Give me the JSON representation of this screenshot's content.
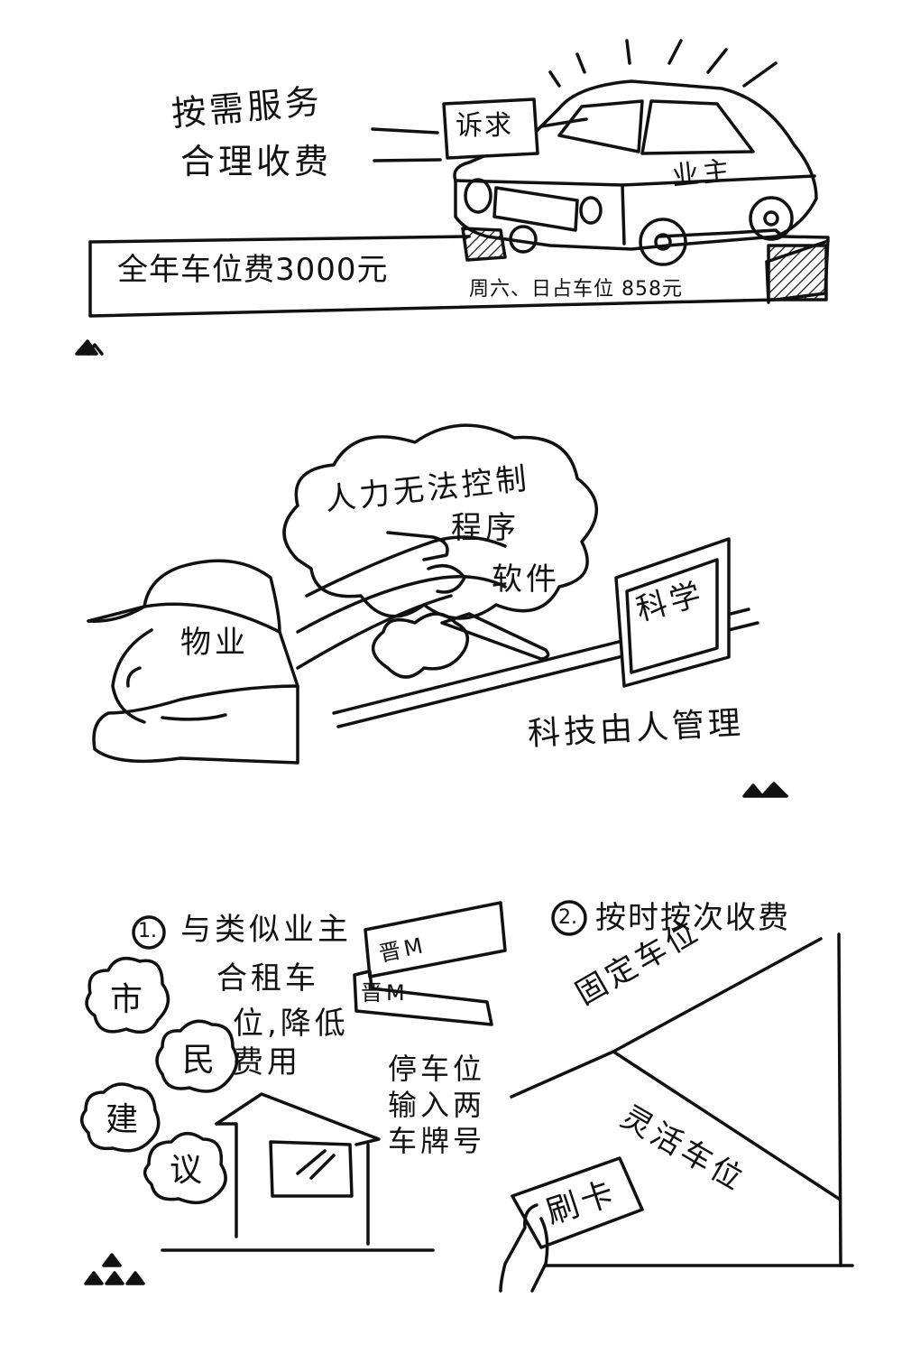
{
  "panel1": {
    "slogan_line1": "按需服务",
    "slogan_line2": "合理收费",
    "sign": "诉求",
    "car_label": "业主",
    "annual_fee": "全年车位费3000元",
    "weekend_fee": "周六、日占车位 858元"
  },
  "panel2": {
    "bubble_line1": "人力无法控制",
    "bubble_line2": "程序",
    "bubble_line3": "软件",
    "hat_label": "物业",
    "board_text": "科学",
    "caption": "科技由人管理"
  },
  "panel3": {
    "number1": "1.",
    "item1_line1": "与类似业主",
    "item1_line2": "合租车",
    "item1_line3": "位,降低",
    "item1_line4": "费用",
    "plate1": "晋M",
    "plate2": "晋M",
    "note_line1": "停车位",
    "note_line2": "输入两",
    "note_line3": "车牌号",
    "cloud_chars": [
      "市",
      "民",
      "建",
      "议"
    ],
    "number2": "2.",
    "item2": "按时按次收费",
    "fixed_label": "固定车位",
    "flexible_label": "灵活车位",
    "card_text": "刷卡"
  }
}
